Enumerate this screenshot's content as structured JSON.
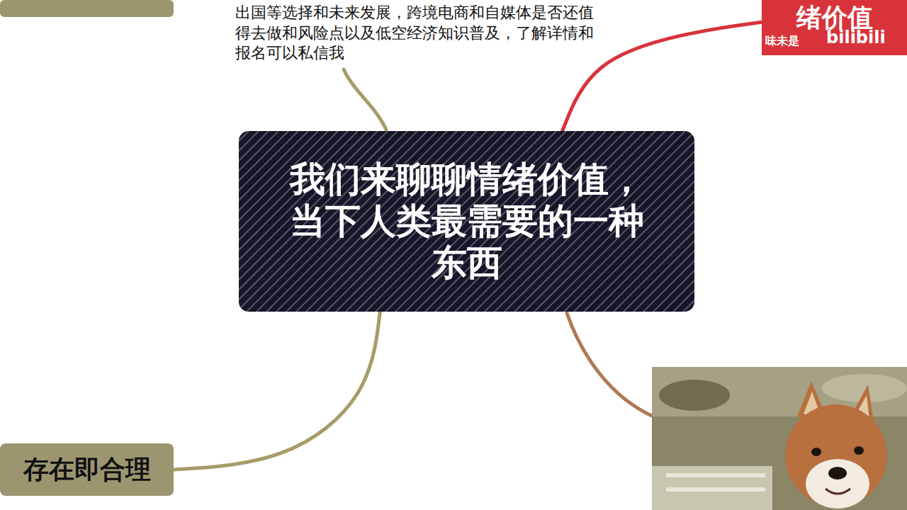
{
  "diagram": {
    "nodes": [
      {
        "text": [
          "我们来聊聊情绪价值，当下人类最需要的一种东西"
        ]
      },
      {
        "text": [
          "绪价值"
        ]
      },
      {
        "text": [
          "存在即合理"
        ]
      }
    ],
    "edges": [
      {
        "from": 0,
        "to": 1,
        "arrow": "none"
      },
      {
        "from": 0,
        "to": 2,
        "arrow": "none"
      }
    ],
    "labels": [
      "出国等选择和未来发展，跨境电商和自媒体是否还值得去做和风险点以及低空经济知识普及，了解详情和报名可以私信我",
      "味未是",
      "bilibili"
    ]
  }
}
